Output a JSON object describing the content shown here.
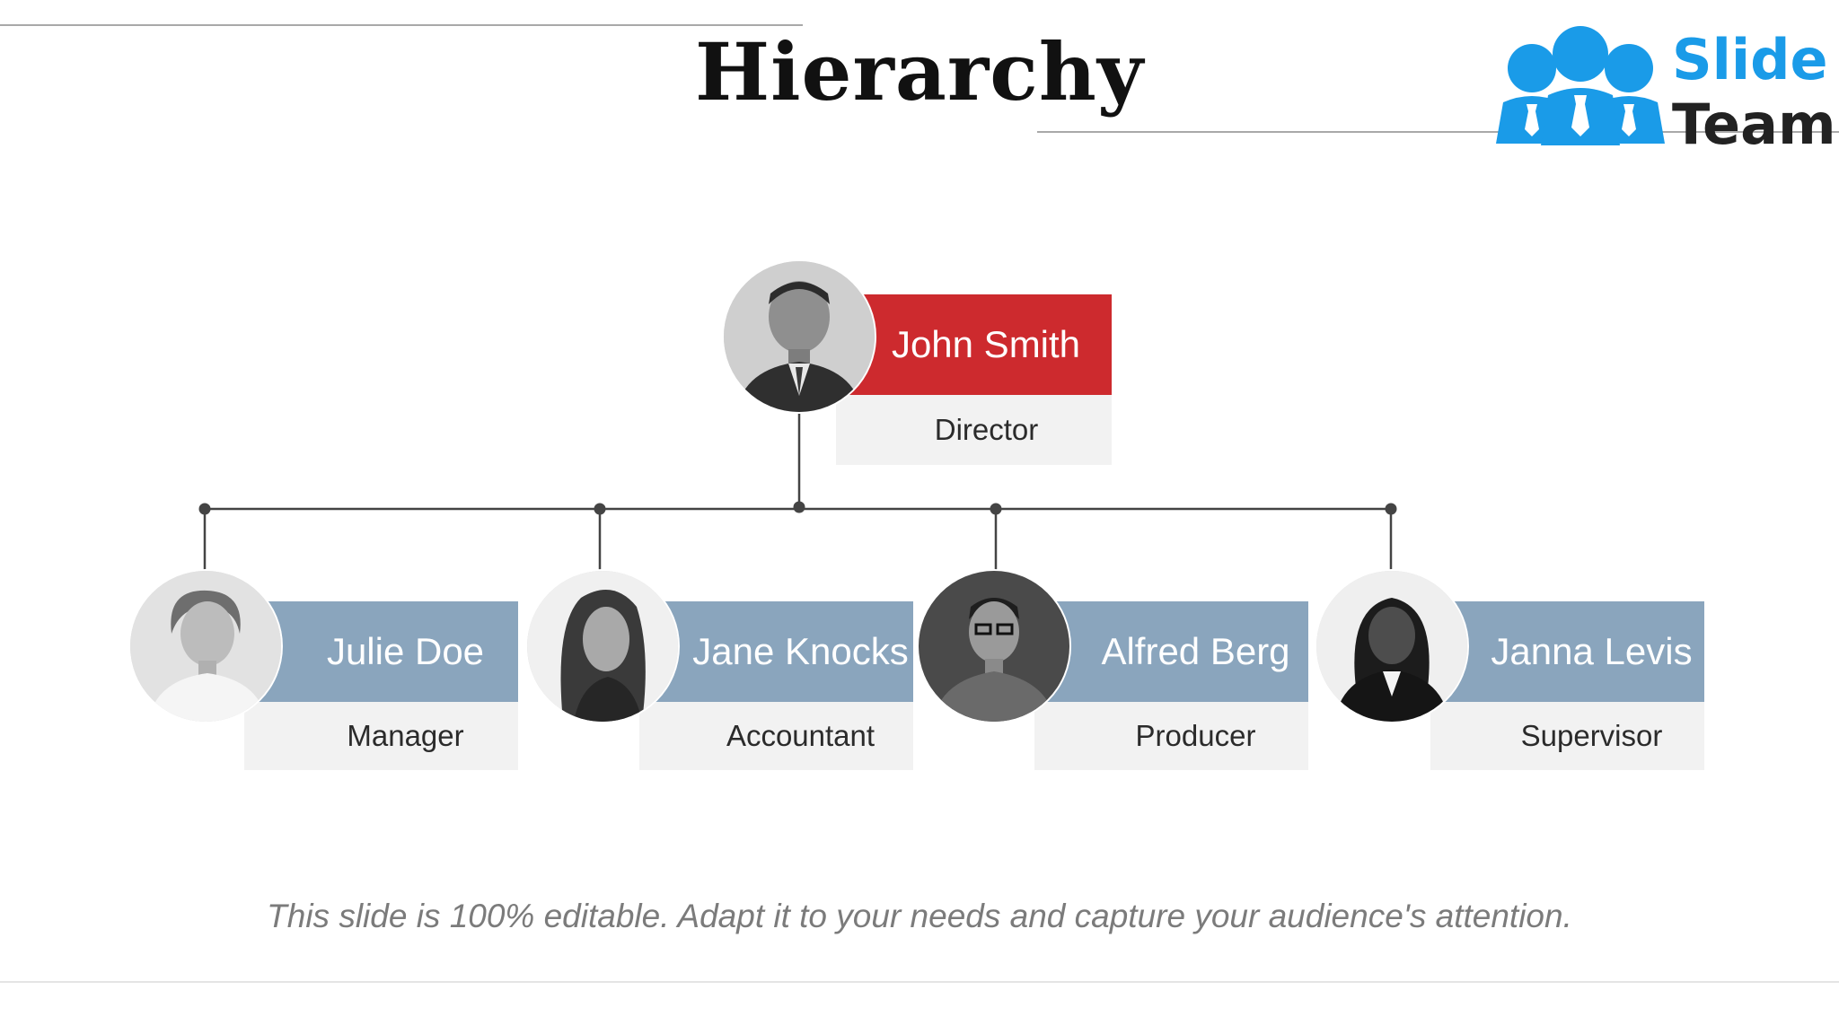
{
  "slide": {
    "title": "Hierarchy",
    "footer_note": "This slide is 100% editable. Adapt it to your needs and capture your audience's attention."
  },
  "logo": {
    "word1": "Slide",
    "word2": "Team",
    "colors": {
      "icon": "#1a9be8",
      "word1": "#1a9be8",
      "word2": "#222222"
    }
  },
  "colors": {
    "director_accent": "#cd2a2e",
    "staff_accent": "#8aa5bd",
    "role_background": "#f2f2f2",
    "connector": "#444444"
  },
  "director": {
    "name": "John Smith",
    "role": "Director",
    "photo_icon": "portrait-man-icon"
  },
  "reports": [
    {
      "name": "Julie Doe",
      "role": "Manager",
      "photo_icon": "portrait-woman-icon"
    },
    {
      "name": "Jane Knocks",
      "role": "Accountant",
      "photo_icon": "portrait-woman-icon"
    },
    {
      "name": "Alfred Berg",
      "role": "Producer",
      "photo_icon": "portrait-man-icon"
    },
    {
      "name": "Janna Levis",
      "role": "Supervisor",
      "photo_icon": "portrait-woman-icon"
    }
  ]
}
